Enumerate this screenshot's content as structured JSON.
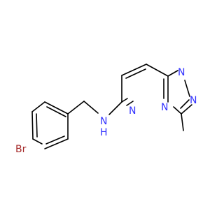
{
  "molecule": {
    "atom_labels": {
      "br": "Br",
      "nh": "N",
      "h": "H",
      "n_pyridazine": "N",
      "n_bridge": "N",
      "n_triazole_top": "N",
      "n_triazole_right": "N"
    },
    "colors": {
      "bond": "#000000",
      "nitrogen": "#3333ff",
      "bromine": "#a52a2a",
      "background": "#ffffff"
    }
  }
}
